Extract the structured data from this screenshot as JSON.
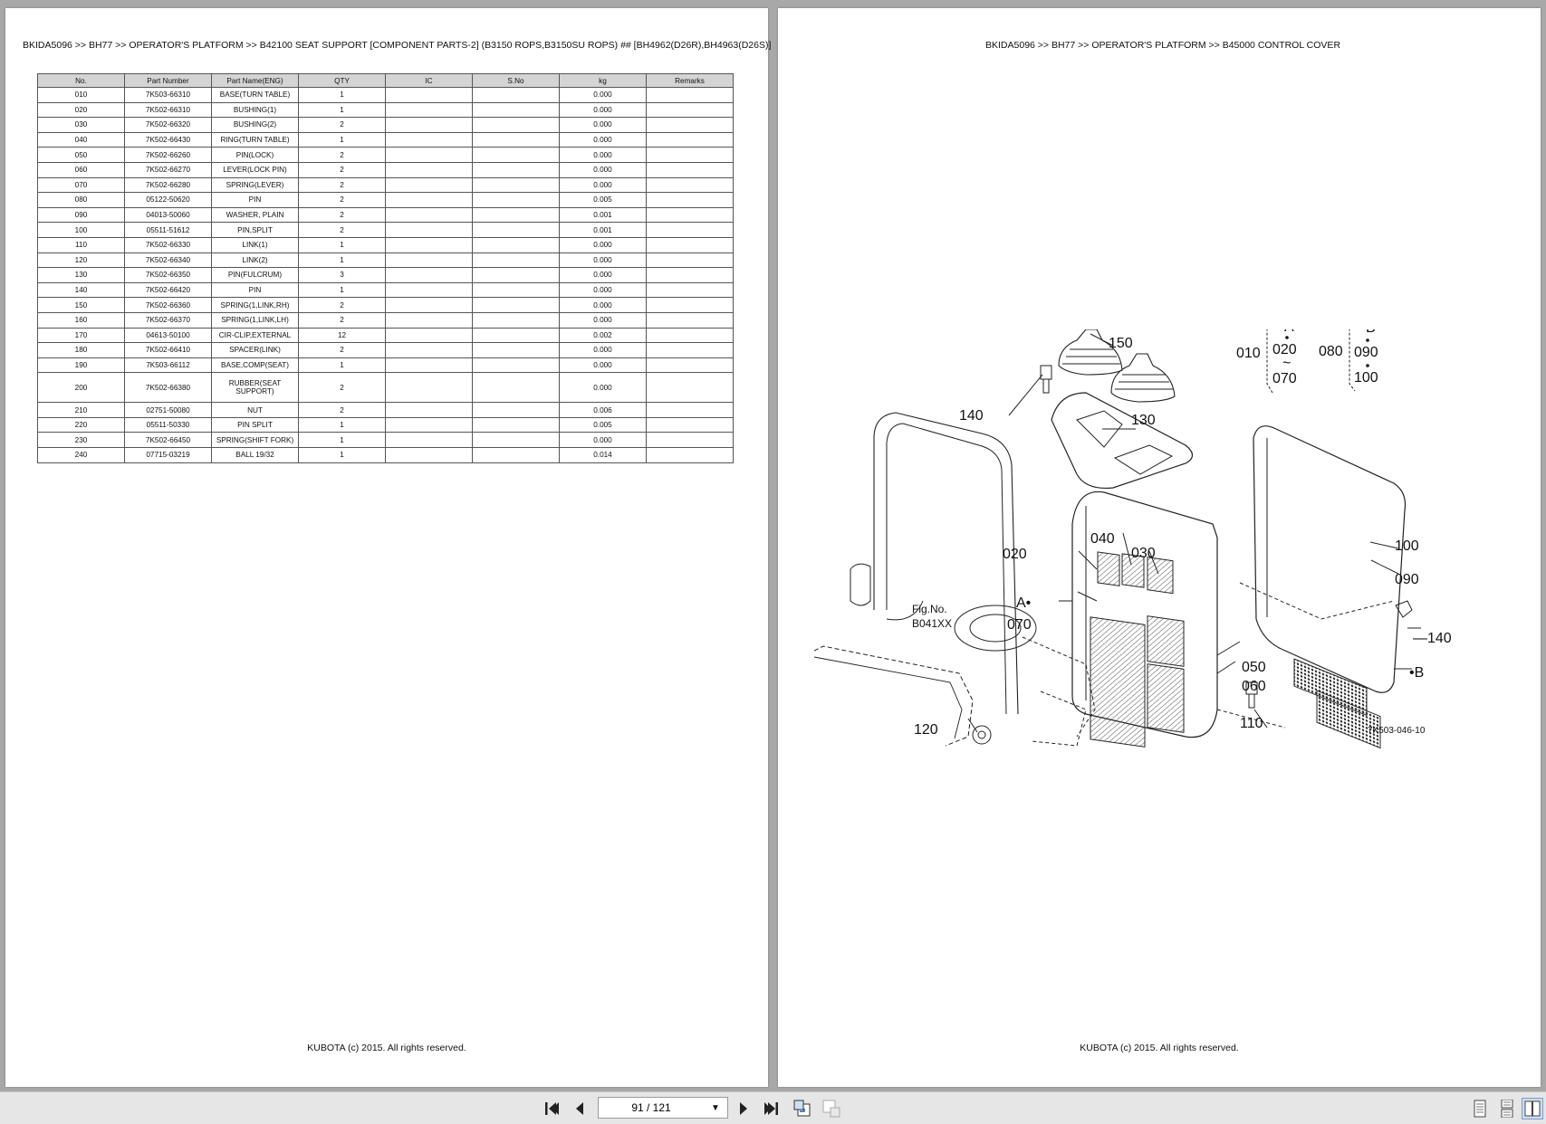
{
  "left_page": {
    "breadcrumb": "BKIDA5096 >> BH77 >> OPERATOR'S PLATFORM >> B42100   SEAT SUPPORT [COMPONENT PARTS-2] (B3150 ROPS,B3150SU ROPS) ## [BH4962(D26R),BH4963(D26S)]",
    "footer": "KUBOTA (c) 2015. All rights reserved.",
    "table": {
      "headers": [
        "No.",
        "Part Number",
        "Part Name(ENG)",
        "QTY",
        "IC",
        "S.No",
        "kg",
        "Remarks"
      ],
      "rows": [
        [
          "010",
          "7K503-66310",
          "BASE(TURN TABLE)",
          "1",
          "",
          "",
          "0.000",
          ""
        ],
        [
          "020",
          "7K502-66310",
          "BUSHING(1)",
          "1",
          "",
          "",
          "0.000",
          ""
        ],
        [
          "030",
          "7K502-66320",
          "BUSHING(2)",
          "2",
          "",
          "",
          "0.000",
          ""
        ],
        [
          "040",
          "7K502-66430",
          "RING(TURN TABLE)",
          "1",
          "",
          "",
          "0.000",
          ""
        ],
        [
          "050",
          "7K502-66260",
          "PIN(LOCK)",
          "2",
          "",
          "",
          "0.000",
          ""
        ],
        [
          "060",
          "7K502-66270",
          "LEVER(LOCK PIN)",
          "2",
          "",
          "",
          "0.000",
          ""
        ],
        [
          "070",
          "7K502-66280",
          "SPRING(LEVER)",
          "2",
          "",
          "",
          "0.000",
          ""
        ],
        [
          "080",
          "05122-50620",
          "PIN",
          "2",
          "",
          "",
          "0.005",
          ""
        ],
        [
          "090",
          "04013-50060",
          "WASHER, PLAIN",
          "2",
          "",
          "",
          "0.001",
          ""
        ],
        [
          "100",
          "05511-51612",
          "PIN,SPLIT",
          "2",
          "",
          "",
          "0.001",
          ""
        ],
        [
          "110",
          "7K502-66330",
          "LINK(1)",
          "1",
          "",
          "",
          "0.000",
          ""
        ],
        [
          "120",
          "7K502-66340",
          "LINK(2)",
          "1",
          "",
          "",
          "0.000",
          ""
        ],
        [
          "130",
          "7K502-66350",
          "PIN(FULCRUM)",
          "3",
          "",
          "",
          "0.000",
          ""
        ],
        [
          "140",
          "7K502-66420",
          "PIN",
          "1",
          "",
          "",
          "0.000",
          ""
        ],
        [
          "150",
          "7K502-66360",
          "SPRING(1,LINK,RH)",
          "2",
          "",
          "",
          "0.000",
          ""
        ],
        [
          "160",
          "7K502-66370",
          "SPRING(1,LINK,LH)",
          "2",
          "",
          "",
          "0.000",
          ""
        ],
        [
          "170",
          "04613-50100",
          "CIR-CLIP,EXTERNAL",
          "12",
          "",
          "",
          "0.002",
          ""
        ],
        [
          "180",
          "7K502-66410",
          "SPACER(LINK)",
          "2",
          "",
          "",
          "0.000",
          ""
        ],
        [
          "190",
          "7K503-66112",
          "BASE,COMP(SEAT)",
          "1",
          "",
          "",
          "0.000",
          ""
        ],
        [
          "200",
          "7K502-66380",
          "RUBBER(SEAT SUPPORT)",
          "2",
          "",
          "",
          "0.000",
          ""
        ],
        [
          "210",
          "02751-50080",
          "NUT",
          "2",
          "",
          "",
          "0.006",
          ""
        ],
        [
          "220",
          "05511-50330",
          "PIN SPLIT",
          "1",
          "",
          "",
          "0.005",
          ""
        ],
        [
          "230",
          "7K502-66450",
          "SPRING(SHIFT FORK)",
          "1",
          "",
          "",
          "0.000",
          ""
        ],
        [
          "240",
          "07715-03219",
          "BALL 19/32",
          "1",
          "",
          "",
          "0.014",
          ""
        ]
      ]
    }
  },
  "right_page": {
    "breadcrumb": "BKIDA5096 >> BH77 >> OPERATOR'S PLATFORM >> B45000   CONTROL COVER",
    "footer": "KUBOTA (c) 2015. All rights reserved.",
    "diagram": {
      "callouts": {
        "c150": "150",
        "c140a": "140",
        "c130": "130",
        "c020": "020",
        "c040": "040",
        "c030": "030",
        "c070": "070",
        "c050": "050",
        "c060": "060",
        "c110": "110",
        "c120": "120",
        "c100": "100",
        "c090": "090",
        "c140b": "—140",
        "cB": "•B",
        "cA": "A•"
      },
      "fig_label_1": "Fig.No.",
      "fig_label_2": "B041XX",
      "legend_a": {
        "letter": "A",
        "lead": "010",
        "top": "020",
        "tilde": "~",
        "bottom": "070"
      },
      "legend_b": {
        "letter": "B",
        "lead": "080",
        "top": "090",
        "bottom": "100"
      },
      "drawing_code": "7K503-046-10"
    }
  },
  "toolbar": {
    "page_indicator": "91 / 121",
    "first_icon": "first-page-icon",
    "prev_icon": "prev-page-icon",
    "next_icon": "next-page-icon",
    "last_icon": "last-page-icon"
  }
}
